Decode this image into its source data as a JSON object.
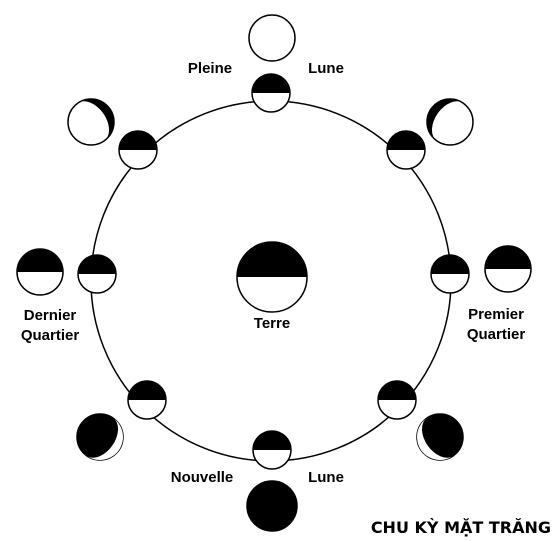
{
  "diagram": {
    "title": "CHU KỲ MẶT TRĂNG",
    "center_label": "Terre",
    "labels": {
      "full_1": "Pleine",
      "full_2": "Lune",
      "new_1": "Nouvelle",
      "new_2": "Lune",
      "first_q_1": "Premier",
      "first_q_2": "Quartier",
      "last_q_1": "Dernier",
      "last_q_2": "Quartier"
    },
    "colors": {
      "ink": "#000000",
      "paper": "#ffffff"
    }
  }
}
